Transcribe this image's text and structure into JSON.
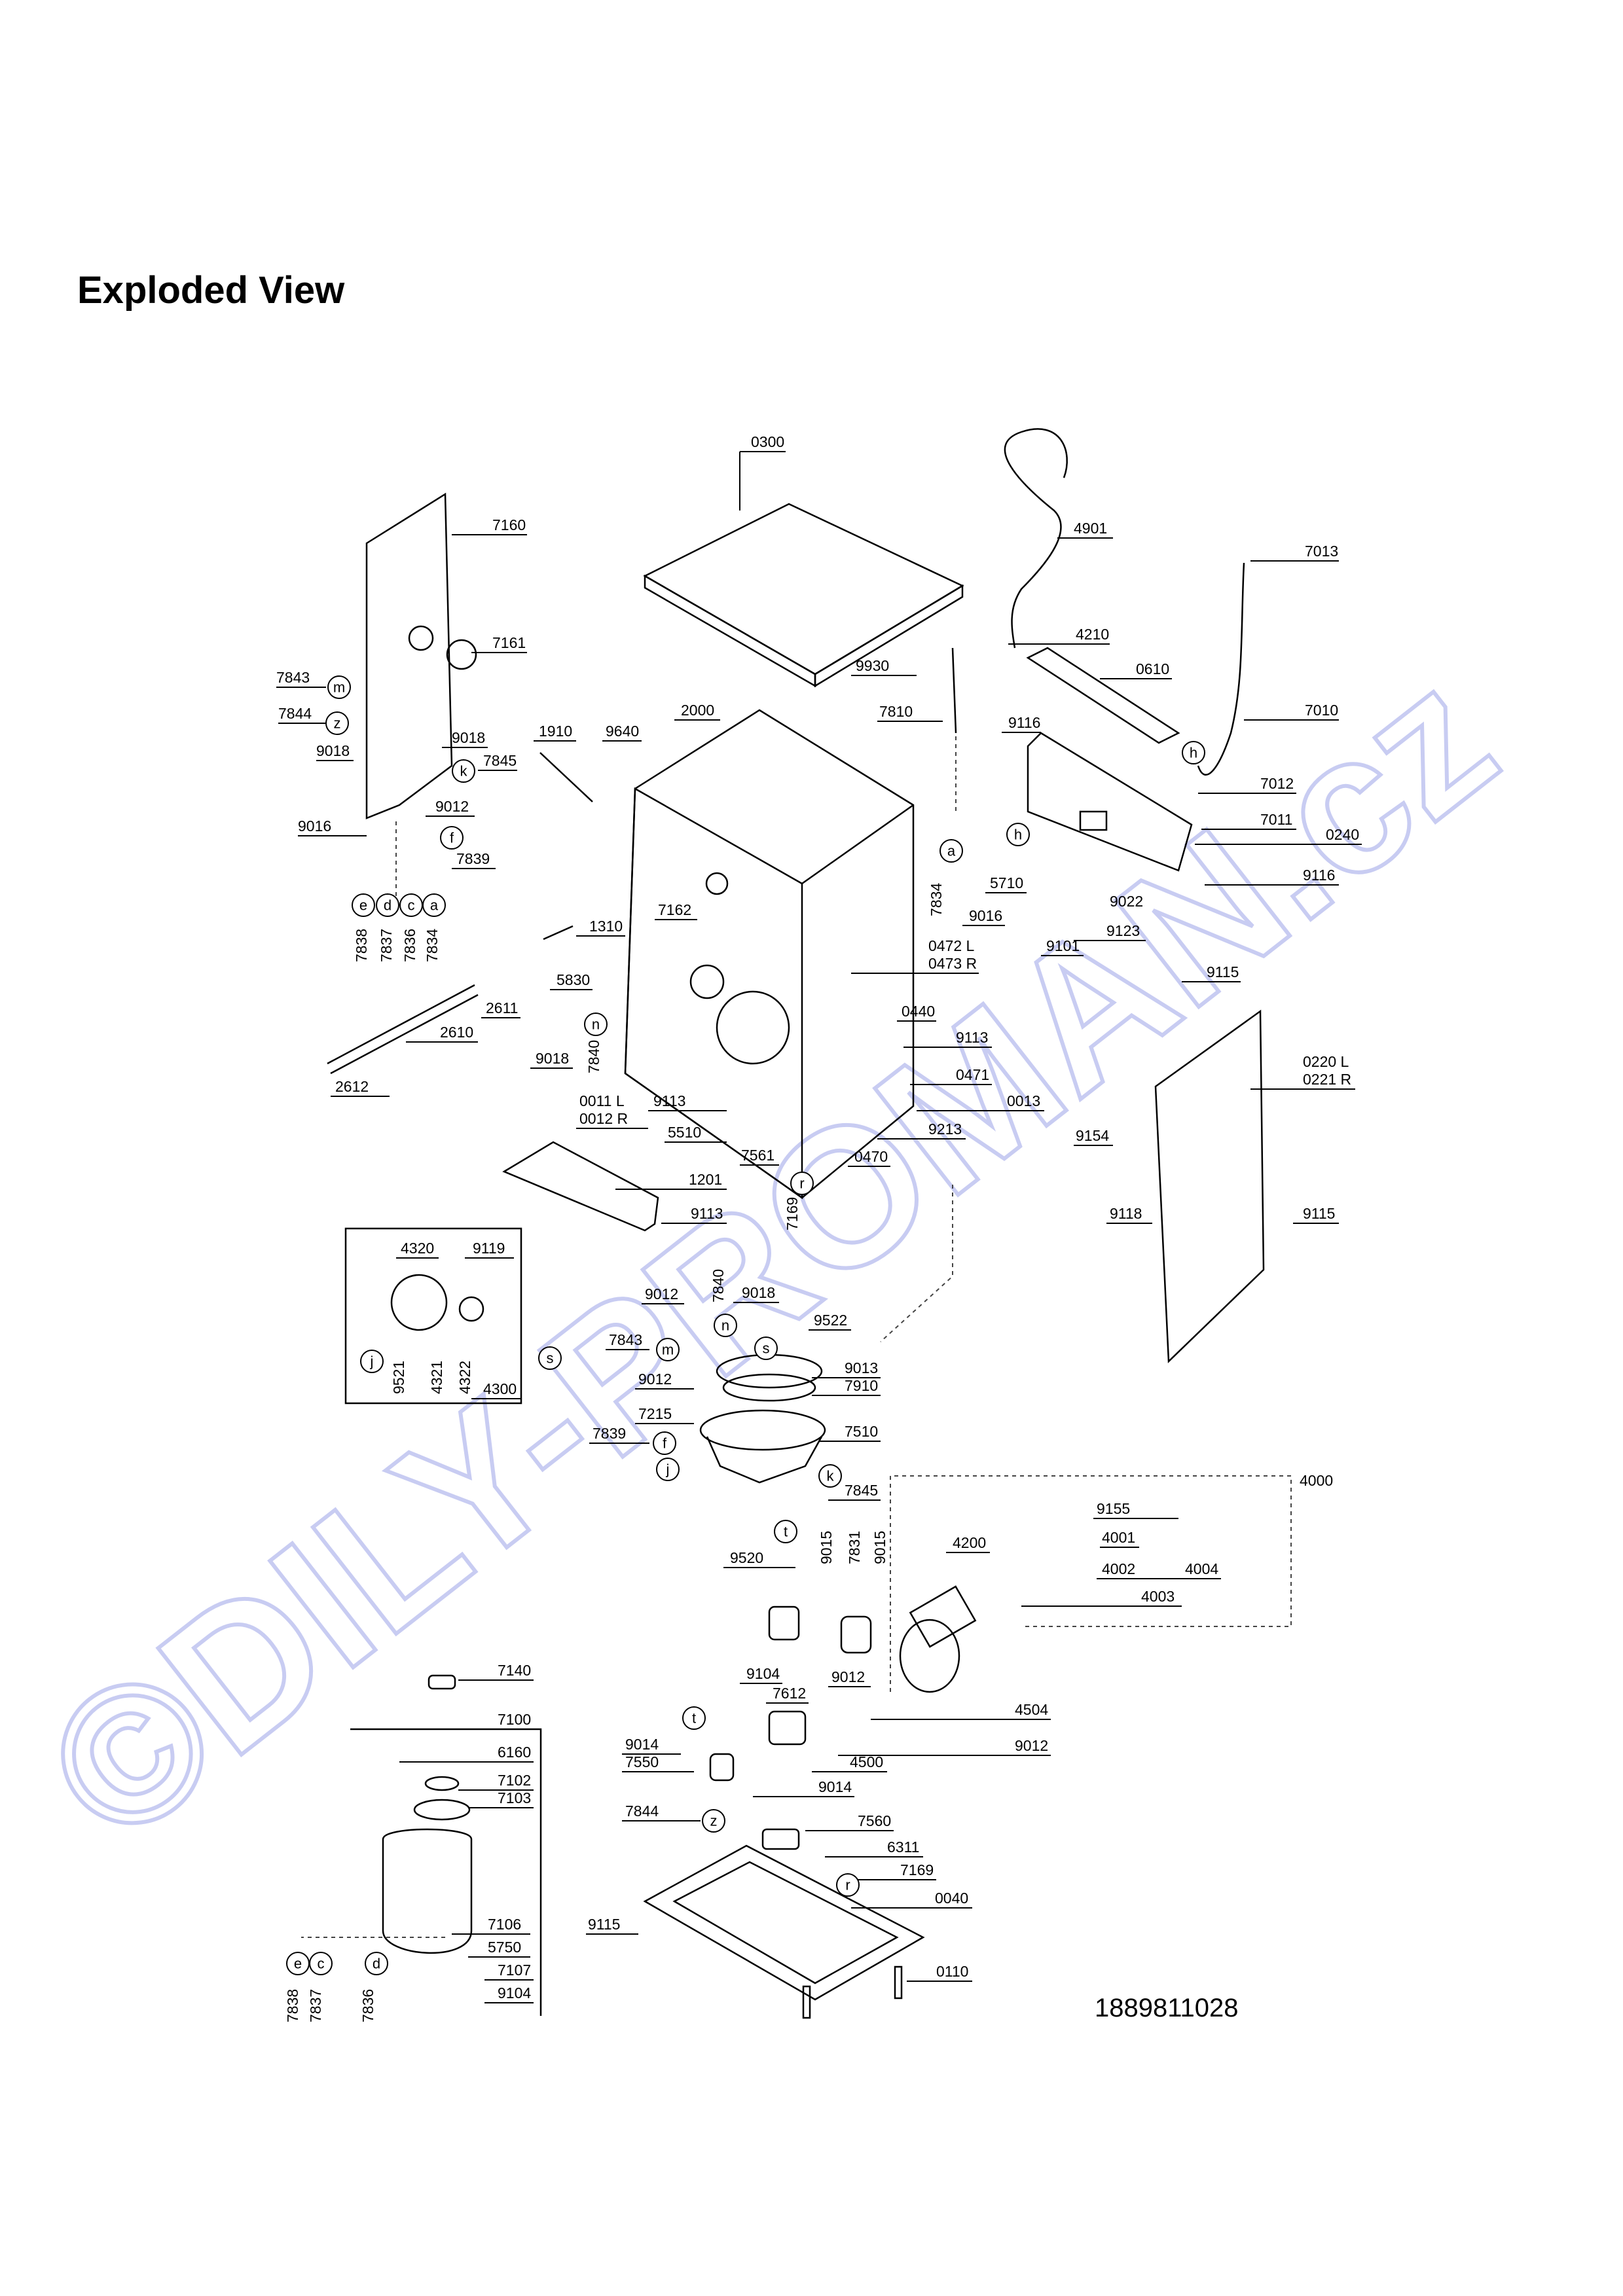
{
  "title": "Exploded View",
  "drawing_number": "1889811028",
  "watermark": "©DILY-PROMAN.cz",
  "callouts": {
    "c0300": "0300",
    "c4901": "4901",
    "c7013": "7013",
    "c7160": "7160",
    "c7161": "7161",
    "c7843a": "7843",
    "c7844a": "7844",
    "c9018a": "9018",
    "c9018b": "9018",
    "c7845a": "7845",
    "c1910": "1910",
    "c9640": "9640",
    "c2000": "2000",
    "c9930": "9930",
    "c4210": "4210",
    "c0610": "0610",
    "c7810": "7810",
    "c9116a": "9116",
    "c7010": "7010",
    "c9016a": "9016",
    "c9012a": "9012",
    "c7839a": "7839",
    "c7012": "7012",
    "c7011": "7011",
    "c0240": "0240",
    "c9116b": "9116",
    "c5710": "5710",
    "c9016b": "9016",
    "c9022": "9022",
    "c9123": "9123",
    "c9101": "9101",
    "c7162": "7162",
    "c1310": "1310",
    "c0472": "0472 L",
    "c0473": "0473 R",
    "c5830": "5830",
    "c2611": "2611",
    "c0440": "0440",
    "c9115a": "9115",
    "c2610": "2610",
    "c9018c": "9018",
    "c9113a": "9113",
    "c0220": "0220 L",
    "c0221": "0221 R",
    "c0471": "0471",
    "c2612": "2612",
    "c0011": "0011 L",
    "c0012": "0012 R",
    "c9113b": "9113",
    "c0013": "0013",
    "c5510": "5510",
    "c9213": "9213",
    "c9154": "9154",
    "c7561": "7561",
    "c0470": "0470",
    "c1201": "1201",
    "c9113c": "9113",
    "c9118": "9118",
    "c9115b": "9115",
    "c4320": "4320",
    "c9119": "9119",
    "c9012b": "9012",
    "c9018d": "9018",
    "c9522": "9522",
    "c7843b": "7843",
    "c9012c": "9012",
    "c9013": "9013",
    "c7910": "7910",
    "c4300": "4300",
    "c7215": "7215",
    "c7839b": "7839",
    "c7510": "7510",
    "c7845b": "7845",
    "c4000": "4000",
    "c9155": "9155",
    "c4200": "4200",
    "c9520": "9520",
    "c4001": "4001",
    "c4002": "4002",
    "c4004": "4004",
    "c4003": "4003",
    "c7140": "7140",
    "c9104a": "9104",
    "c9012d": "9012",
    "c7612": "7612",
    "c7100": "7100",
    "c4504": "4504",
    "c9012e": "9012",
    "c9014a": "9014",
    "c4500": "4500",
    "c6160": "6160",
    "c7550": "7550",
    "c9014b": "9014",
    "c7102": "7102",
    "c7103": "7103",
    "c7844b": "7844",
    "c7560": "7560",
    "c6311": "6311",
    "c7169b": "7169",
    "c0040": "0040",
    "c9115c": "9115",
    "c7106": "7106",
    "c5750": "5750",
    "c7107": "7107",
    "c0110": "0110",
    "c9104b": "9104"
  },
  "vertical_callouts": {
    "v7838a": "7838",
    "v7837a": "7837",
    "v7836a": "7836",
    "v7834a": "7834",
    "v7834b": "7834",
    "v7840a": "7840",
    "v7169a": "7169",
    "v7840b": "7840",
    "v9521": "9521",
    "v4321": "4321",
    "v4322": "4322",
    "v9015a": "9015",
    "v7831": "7831",
    "v9015b": "9015",
    "v7838b": "7838",
    "v7837b": "7837",
    "v7836b": "7836"
  },
  "letters": {
    "m1": "m",
    "z1": "z",
    "k1": "k",
    "f1": "f",
    "e1": "e",
    "d1": "d",
    "c1": "c",
    "a1": "a",
    "a2": "a",
    "h1": "h",
    "h2": "h",
    "n1": "n",
    "r1": "r",
    "j1": "j",
    "s1": "s",
    "m2": "m",
    "n2": "n",
    "s2": "s",
    "f2": "f",
    "j2": "j",
    "k2": "k",
    "t1": "t",
    "t2": "t",
    "z2": "z",
    "r2": "r",
    "e2": "e",
    "c2": "c",
    "d2": "d"
  }
}
